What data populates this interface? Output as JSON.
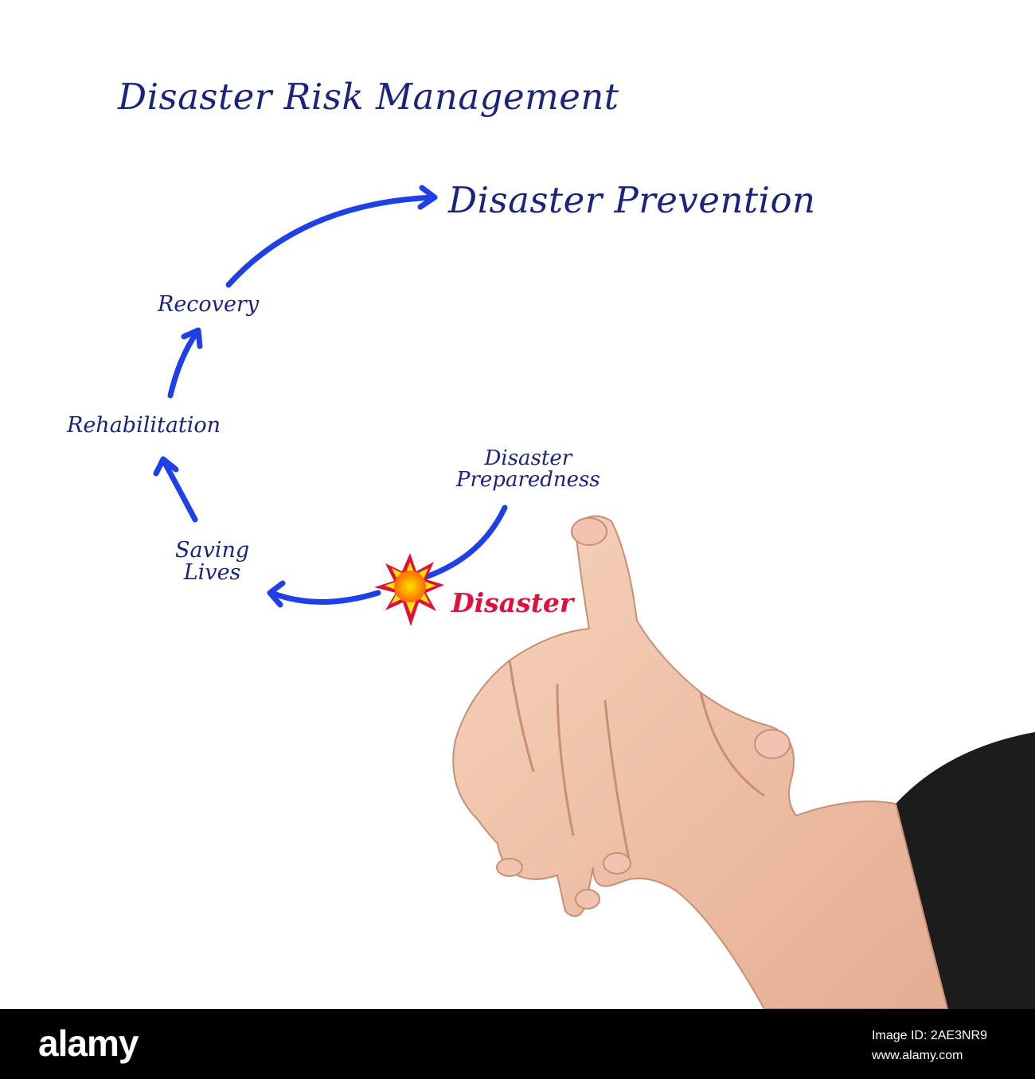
{
  "diagram": {
    "title": "Disaster Risk Management",
    "nodes": {
      "prevention": "Disaster Prevention",
      "recovery": "Recovery",
      "rehabilitation": "Rehabilitation",
      "preparedness": [
        "Disaster",
        "Preparedness"
      ],
      "saving_lives": [
        "Saving",
        "Lives"
      ],
      "disaster": "Disaster"
    },
    "flow": [
      "Disaster Preparedness",
      "Disaster",
      "Saving Lives",
      "Rehabilitation",
      "Recovery",
      "Disaster Prevention"
    ],
    "colors": {
      "arrow": "#1e40e6",
      "text": "#1a237e",
      "disaster_text": "#e0103c",
      "burst_outer": "#e0103c",
      "burst_mid": "#ffe600",
      "burst_core": "#ff8c00"
    }
  },
  "footer": {
    "logo": "alamy",
    "image_id_label": "Image ID: 2AE3NR9",
    "site": "www.alamy.com"
  }
}
